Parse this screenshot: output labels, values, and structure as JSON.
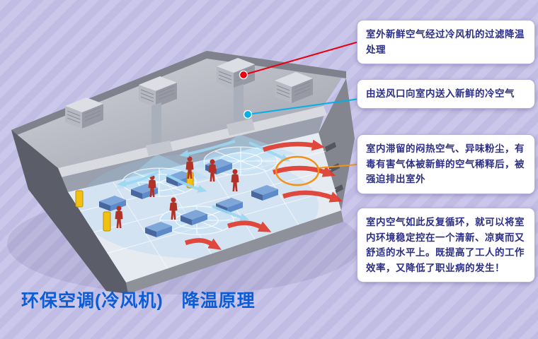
{
  "title": "环保空调(冷风机)　降温原理",
  "callouts": [
    {
      "text": "室外新鲜空气经过冷风机的过滤降温处理",
      "line_color": "#e60012",
      "dot_color": "#e60012"
    },
    {
      "text": "由送风口向室内送入新鲜的冷空气",
      "line_color": "#00b0e8",
      "dot_color": "#00b0e8"
    },
    {
      "text": "室内滞留的闷热空气、异味粉尘，有毒有害气体被新鲜的空气稀释后，被强迫排出室外",
      "line_color": "#f39119"
    },
    {
      "text": "室内空气如此反复循环，就可以将室内环境稳定控在一个清新、凉爽而又舒适的水平上。既提高了工人的工作效率，又降低了职业病的发生！"
    }
  ],
  "illustration": {
    "name": "factory-cooling-isometric-diagram"
  },
  "colors": {
    "background": "#c7c3e6",
    "background_stripe": "#c1bce3",
    "callout_background": "#ffffff",
    "callout_border": "#b7afdc",
    "callout_text": "#2c2f85",
    "title": "#0b5cd7",
    "exhaust_arrow": "#df3b2e",
    "fresh_air_arrow": "#9bd7f2"
  }
}
